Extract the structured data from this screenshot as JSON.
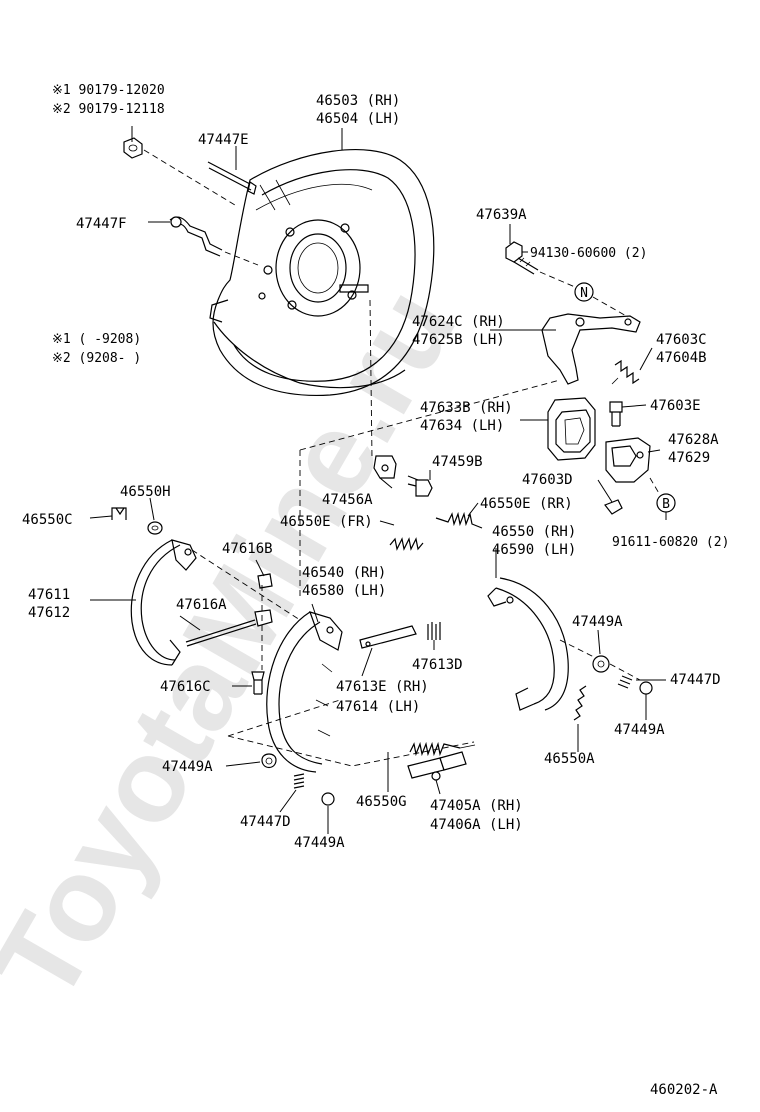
{
  "watermark": "ToyotaMine.ru",
  "footer_code": "460202-A",
  "notes": {
    "note1_part": "※1 90179-12020",
    "note2_part": "※2 90179-12118",
    "note1_range": "※1 (     -9208)",
    "note2_range": "※2 (9208-     )"
  },
  "labels": {
    "p46503": "46503 (RH)",
    "p46504": "46504 (LH)",
    "p47447E": "47447E",
    "p47447F": "47447F",
    "p47639A": "47639A",
    "p94130": "94130-60600 (2)",
    "p47624C": "47624C (RH)",
    "p47625B": "47625B (LH)",
    "p47603C": "47603C",
    "p47604B": "47604B",
    "p47633B": "47633B (RH)",
    "p47634": "47634 (LH)",
    "p47603E": "47603E",
    "p47628A": "47628A",
    "p47629": "47629",
    "p47459B": "47459B",
    "p47456A": "47456A",
    "p47603D": "47603D",
    "p46550H": "46550H",
    "p46550C": "46550C",
    "p46550E_RR": "46550E (RR)",
    "p46550E_FR": "46550E (FR)",
    "p91611": "91611-60820 (2)",
    "p46550": "46550 (RH)",
    "p46590": "46590 (LH)",
    "p47616B": "47616B",
    "p46540": "46540 (RH)",
    "p46580": "46580 (LH)",
    "p47611": "47611",
    "p47612": "47612",
    "p47616A": "47616A",
    "p47613D": "47613D",
    "p47449A_r": "47449A",
    "p47616C": "47616C",
    "p47613E": "47613E (RH)",
    "p47614": "47614 (LH)",
    "p47447D_r": "47447D",
    "p47449A_r2": "47449A",
    "p47449A_l": "47449A",
    "p46550A": "46550A",
    "p47447D_l": "47447D",
    "p46550G": "46550G",
    "p47405A": "47405A (RH)",
    "p47406A": "47406A (LH)",
    "p47449A_b": "47449A"
  },
  "callouts": {
    "n": "N",
    "b": "B"
  }
}
